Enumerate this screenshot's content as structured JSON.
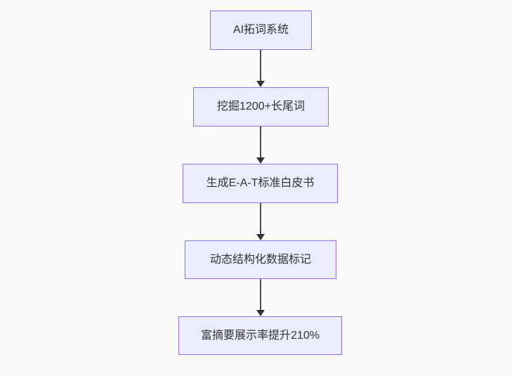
{
  "diagram": {
    "type": "flowchart",
    "direction": "top-down",
    "nodes": [
      {
        "id": "n1",
        "label": "AI拓词系统"
      },
      {
        "id": "n2",
        "label": "挖掘1200+长尾词"
      },
      {
        "id": "n3",
        "label": "生成E-A-T标准白皮书"
      },
      {
        "id": "n4",
        "label": "动态结构化数据标记"
      },
      {
        "id": "n5",
        "label": "富摘要展示率提升210%"
      }
    ],
    "edges": [
      {
        "from": "n1",
        "to": "n2",
        "style": "arrow-down"
      },
      {
        "from": "n2",
        "to": "n3",
        "style": "arrow-down"
      },
      {
        "from": "n3",
        "to": "n4",
        "style": "arrow-down"
      },
      {
        "from": "n4",
        "to": "n5",
        "style": "arrow-down"
      }
    ],
    "colors": {
      "node_fill": "#ececff",
      "node_border": "#9370db",
      "edge_line": "#4d4d4d",
      "arrowhead": "#333333",
      "text": "#333333",
      "background": "#fafafa"
    }
  }
}
